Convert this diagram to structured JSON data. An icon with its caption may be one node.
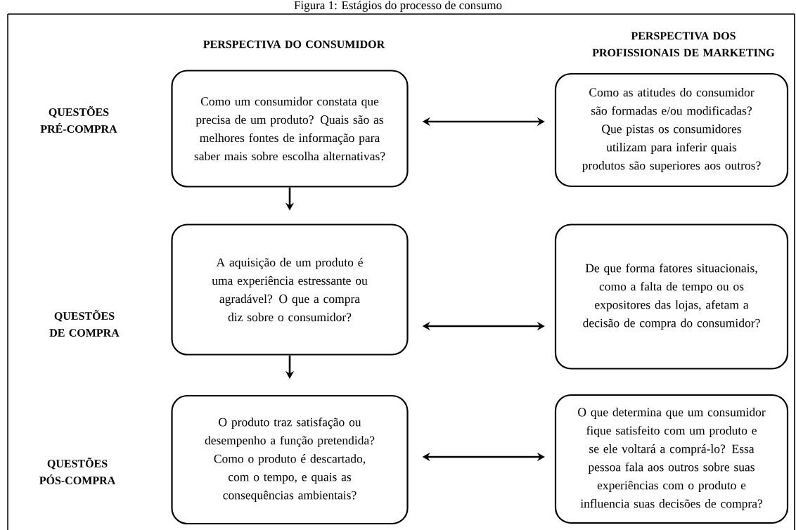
{
  "diagram": {
    "title": "Figura 1: Estágios do processo de consumo",
    "nodes": [
      {
        "text": [
          "Como um consumidor constata que precisa de um produto? Quais são as melhores fontes de informação para saber mais sobre escolha alternativas?"
        ]
      },
      {
        "text": [
          "Como as atitudes do consumidor são formadas e/ou modificadas? Que pistas os consumidores utilizam para inferir quais produtos são superiores aos outros?"
        ]
      },
      {
        "text": [
          "A aquisição de um produto é uma experiência estressante ou agradável? O que a compra diz sobre o consumidor?"
        ]
      },
      {
        "text": [
          "De que forma fatores situacionais, como a falta de tempo ou os expositores das lojas, afetam a decisão de compra do consumidor?"
        ]
      },
      {
        "text": [
          "O produto traz satisfação ou desempenho a função pretendida? Como o produto é descartado, com o tempo, e quais as consequências ambientais?"
        ]
      },
      {
        "text": [
          "O que determina que um consumidor fique satisfeito com um produto e se ele voltará a comprá-lo? Essa pessoa fala aos outros sobre suas experiências com o produto e influencia suas decisões de compra?"
        ]
      }
    ],
    "edges": [
      {
        "from": 0,
        "to": 1,
        "arrow": "both"
      },
      {
        "from": 0,
        "to": 2,
        "arrow": "to"
      },
      {
        "from": 2,
        "to": 3,
        "arrow": "both"
      },
      {
        "from": 2,
        "to": 4,
        "arrow": "to"
      },
      {
        "from": 4,
        "to": 5,
        "arrow": "both"
      }
    ],
    "labels": [
      "PERSPECTIVA DO CONSUMIDOR",
      "PERSPECTIVA DOS PROFISSIONAIS DE MARKETING",
      "QUESTÕES PRÉ-COMPRA",
      "QUESTÕES DE COMPRA",
      "QUESTÕES PÓS-COMPRA"
    ]
  }
}
